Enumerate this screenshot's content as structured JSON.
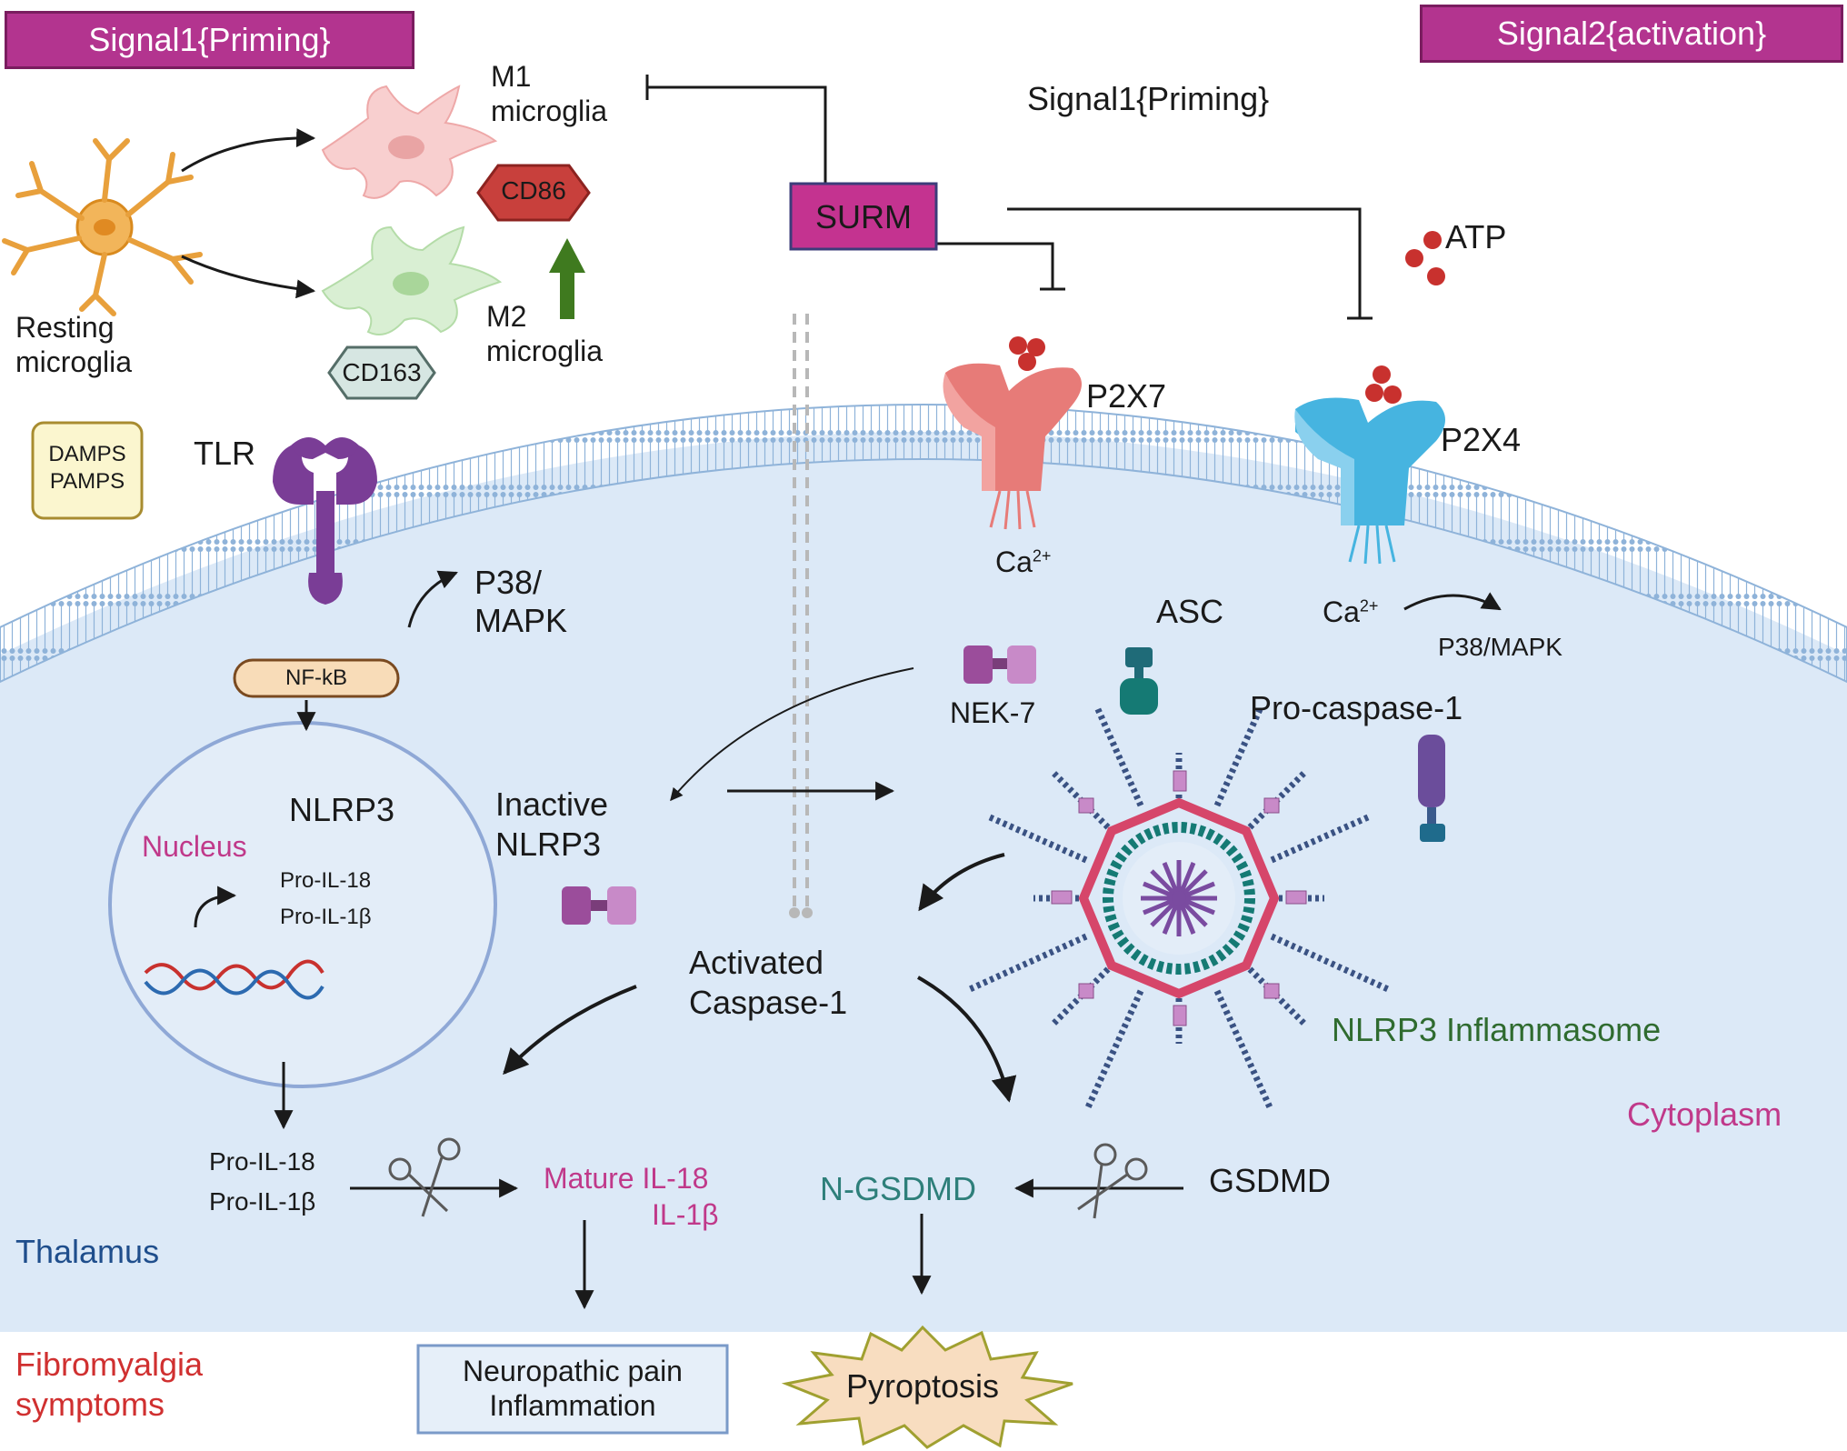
{
  "banners": {
    "signal1": "Signal1{Priming}",
    "signal2": "Signal2{activation}"
  },
  "top_center": {
    "signal1_label": "Signal1{Priming}"
  },
  "microglia": {
    "m1_line1": "M1",
    "m1_line2": "microglia",
    "m2_line1": "M2",
    "m2_line2": "microglia",
    "resting_line1": "Resting",
    "resting_line2": "microglia",
    "cd86": "CD86",
    "cd163": "CD163"
  },
  "surm": {
    "label": "SURM"
  },
  "atp": {
    "label": "ATP"
  },
  "receptors": {
    "p2x7": "P2X7",
    "p2x4": "P2X4",
    "tlr": "TLR",
    "ca_left": "Ca",
    "ca_left_sup": "2+",
    "ca_right": "Ca",
    "ca_right_sup": "2+"
  },
  "damps": {
    "line1": "DAMPS",
    "line2": "PAMPS"
  },
  "signaling": {
    "p38_line1": "P38/",
    "p38_line2": "MAPK",
    "p38_mapk_right": "P38/MAPK",
    "nfkb": "NF-kB"
  },
  "nucleus": {
    "title": "NLRP3",
    "label": "Nucleus",
    "pro_il18": "Pro-IL-18",
    "pro_il1b": "Pro-IL-1β"
  },
  "inflammasome": {
    "asc": "ASC",
    "nek7": "NEK-7",
    "pro_caspase": "Pro-caspase-1",
    "inactive_line1": "Inactive",
    "inactive_line2": "NLRP3",
    "activated_line1": "Activated",
    "activated_line2": "Caspase-1",
    "inflammasome_label": "NLRP3 Inflammasome"
  },
  "compartments": {
    "cytoplasm": "Cytoplasm",
    "thalamus": "Thalamus"
  },
  "products": {
    "pro_il18": "Pro-IL-18",
    "pro_il1b": "Pro-IL-1β",
    "mature_il18": "Mature IL-18",
    "il1b": "IL-1β",
    "n_gsdmd": "N-GSDMD",
    "gsdmd": "GSDMD"
  },
  "outcomes": {
    "neuropathic_line1": "Neuropathic pain",
    "neuropathic_line2": "Inflammation",
    "pyroptosis": "Pyroptosis",
    "fibro_line1": "Fibromyalgia",
    "fibro_line2": "symptoms"
  },
  "colors": {
    "banner": "#b3348f",
    "cell_fill": "#dce9f7",
    "membrane": "#8fb3d9",
    "nucleus_label": "#c0398a",
    "cytoplasm_label": "#c0398a",
    "thalamus_label": "#1f4e8c",
    "fibro_label": "#d03030",
    "inflammasome_label": "#2f6b2f",
    "n_gsdmd_label": "#2e7f7a",
    "p2x7": "#e77b78",
    "p2x4": "#46b4e0",
    "tlr": "#7a3d96",
    "atp": "#c8312e",
    "green_arrow": "#3f7a1f"
  }
}
